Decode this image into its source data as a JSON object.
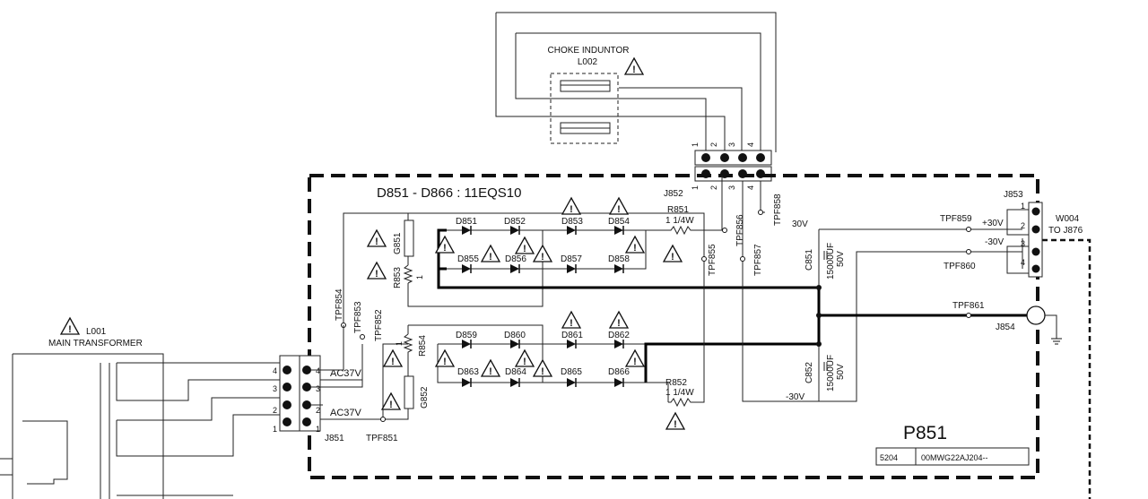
{
  "choke": {
    "title": "CHOKE INDUNTOR",
    "ref": "L002"
  },
  "transformer": {
    "ref": "L001",
    "title": "MAIN TRANSFORMER"
  },
  "board": {
    "ref": "P851",
    "part_code": "5204",
    "part_number": "00MWG22AJ204--"
  },
  "diode_note": "D851 - D866 : 11EQS10",
  "connectors": {
    "j852": "J852",
    "j853": "J853",
    "j854": "J854",
    "j851": "J851",
    "w004": "W004",
    "w004_to": "TO J876",
    "top_pins": [
      "1",
      "2",
      "3",
      "4"
    ],
    "j853_pins": [
      "1",
      "2",
      "3",
      "4"
    ],
    "left_pins": [
      "4",
      "3",
      "2",
      "1"
    ],
    "right_pins": [
      "4",
      "3",
      "2",
      "1"
    ]
  },
  "diodes": [
    "D851",
    "D852",
    "D853",
    "D854",
    "D855",
    "D856",
    "D857",
    "D858",
    "D859",
    "D860",
    "D861",
    "D862",
    "D863",
    "D864",
    "D865",
    "D866"
  ],
  "resistors": {
    "r851": "R851",
    "r851_val": "1  1/4W",
    "r852": "R852",
    "r852_val": "1  1/4W",
    "r853": "R853",
    "r853_val": "1",
    "r854": "R854",
    "r854_val": "1"
  },
  "gaps": {
    "g851": "G851",
    "g852": "G852"
  },
  "caps": {
    "c851": "C851",
    "c852": "C852",
    "c851_val": "15000UF",
    "c852_val": "15000UF",
    "c851_v": "50V",
    "c852_v": "50V"
  },
  "test_points": [
    "TPF851",
    "TPF852",
    "TPF853",
    "TPF854",
    "TPF855",
    "TPF856",
    "TPF857",
    "TPF858",
    "TPF859",
    "TPF860",
    "TPF861"
  ],
  "voltages": {
    "pos30": "30V",
    "neg30": "-30V",
    "pos30b": "+30V",
    "neg30b": "-30V"
  },
  "ac_labels": [
    "AC37V",
    "AC37V"
  ]
}
